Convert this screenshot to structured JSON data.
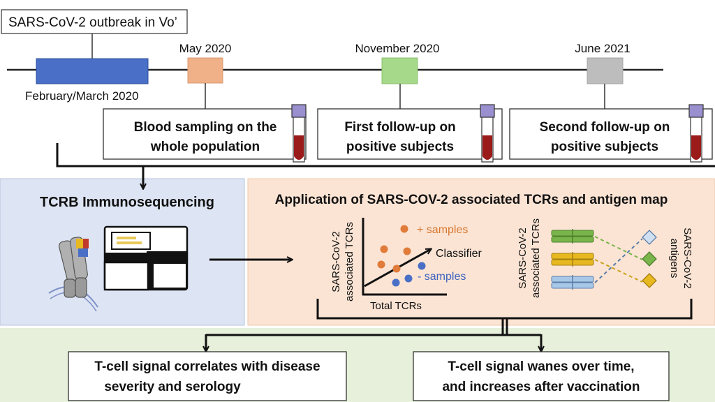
{
  "title": "SARS-CoV-2 outbreak in Vo’",
  "timeline": {
    "event1": "February/March 2020",
    "event2": "May 2020",
    "event3": "November 2020",
    "event4": "June 2021"
  },
  "boxes": {
    "box1": {
      "line1": "Blood sampling on the",
      "line2": "whole population"
    },
    "box2": {
      "line1": "First follow-up on",
      "line2": "positive subjects"
    },
    "box3": {
      "line1": "Second follow-up on",
      "line2": "positive subjects"
    }
  },
  "sections": {
    "sequencing": "TCRB Immunosequencing",
    "application": "Application of SARS-COV-2 associated TCRs and antigen map"
  },
  "classifier_plot": {
    "ylabel_line1": "SARS-CoV-2",
    "ylabel_line2": "associated TCRs",
    "xlabel": "Total TCRs",
    "positive": "+ samples",
    "negative": "- samples",
    "classifier": "Classifier"
  },
  "antigen_map": {
    "left_line1": "SARS-CoV-2",
    "left_line2": "associated TCRs",
    "right_line1": "SARS-CoV-2",
    "right_line2": "antigens"
  },
  "results": {
    "result1": {
      "line1": "T-cell signal correlates with disease",
      "line2": "severity and serology"
    },
    "result2": {
      "line1": "T-cell signal wanes over time,",
      "line2": "and increases after vaccination"
    }
  },
  "colors": {
    "feb_mar": "#4a6fc6",
    "may": "#f0b088",
    "november": "#a6d98a",
    "june": "#bdbdbd",
    "sequencing_panel": "#dde4f3",
    "application_panel": "#fbe4d4",
    "results_panel": "#e6f0da",
    "positive_dot": "#e07b39",
    "negative_dot": "#4a6fc6",
    "tcr_green": "#79b54a",
    "tcr_yellow": "#e8b820",
    "tcr_blue": "#a9c8e8",
    "blood": "#9b1b1b",
    "tube_cap": "#9a8fcf"
  }
}
